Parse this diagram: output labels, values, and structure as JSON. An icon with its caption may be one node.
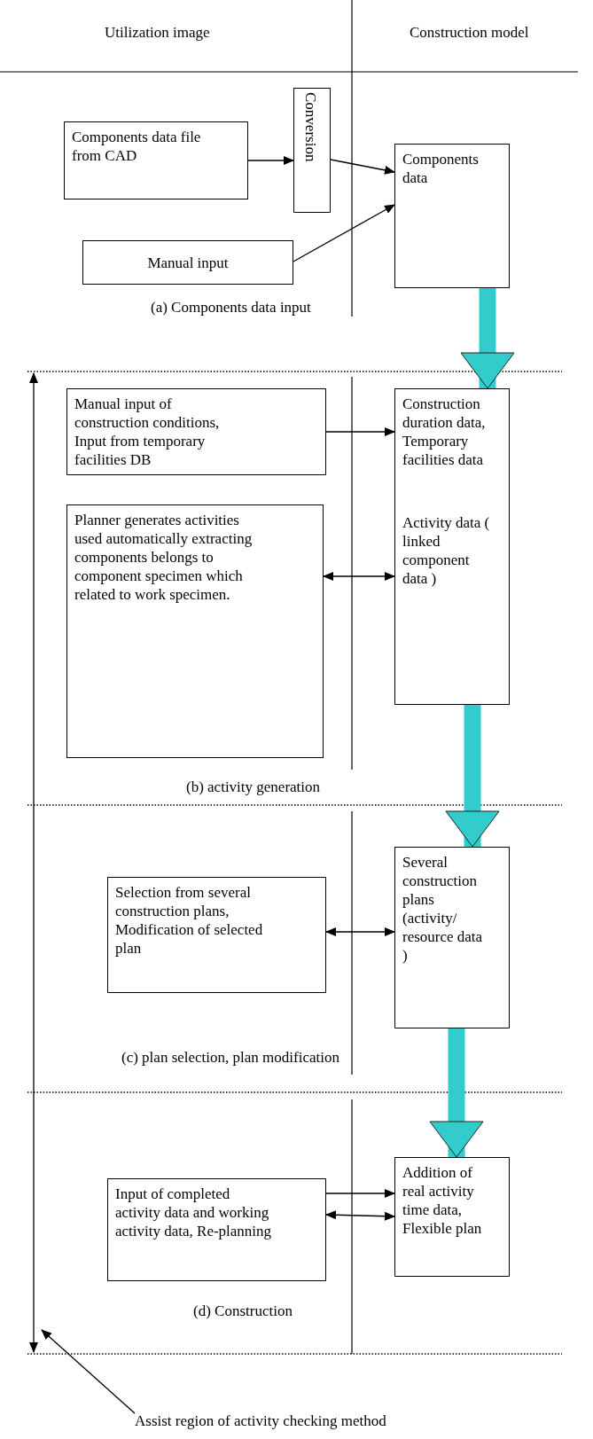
{
  "diagram": {
    "nodes": [
      {
        "text": [
          "Components data file from CAD"
        ]
      },
      {
        "text": [
          "Conversion"
        ]
      },
      {
        "text": [
          "Components data"
        ]
      },
      {
        "text": [
          "Manual input"
        ]
      },
      {
        "text": [
          "Manual input of construction conditions, Input from temporary facilities DB"
        ]
      },
      {
        "text": [
          "Construction duration data, Temporary facilities data",
          "Activity data ( linked component data )"
        ]
      },
      {
        "text": [
          "Planner generates activities used automatically extracting components belongs to component specimen which related to work specimen."
        ]
      },
      {
        "text": [
          "Selection from several construction plans, Modification of selected plan"
        ]
      },
      {
        "text": [
          "Several construction plans (activity/ resource data )"
        ]
      },
      {
        "text": [
          "Input of completed activity data and working activity data, Re-planning"
        ]
      },
      {
        "text": [
          "Addition of real activity time data, Flexible plan"
        ]
      },
      {
        "text": [
          "Assist region of activity checking method"
        ]
      }
    ],
    "edges": [
      {
        "from": 0,
        "to": 1,
        "arrow": "to"
      },
      {
        "from": 1,
        "to": 2,
        "arrow": "to"
      },
      {
        "from": 3,
        "to": 2,
        "arrow": "to"
      },
      {
        "from": 4,
        "to": 5,
        "arrow": "to"
      },
      {
        "from": 6,
        "to": 5,
        "arrow": "both"
      },
      {
        "from": 7,
        "to": 8,
        "arrow": "both"
      },
      {
        "from": 9,
        "to": 10,
        "arrow": "to"
      },
      {
        "from": 9,
        "to": 10,
        "arrow": "both"
      },
      {
        "from": 2,
        "to": 5,
        "arrow": "to",
        "style": "thick",
        "color": "#33cccc"
      },
      {
        "from": 5,
        "to": 8,
        "arrow": "to",
        "style": "thick",
        "color": "#33cccc"
      },
      {
        "from": 8,
        "to": 10,
        "arrow": "to",
        "style": "thick",
        "color": "#33cccc"
      },
      {
        "from": 11,
        "to": null,
        "arrow": "to"
      }
    ],
    "labels": [
      "Utilization image",
      "Construction model",
      "(a) Components data input",
      "(b) activity generation",
      "(c) plan selection, plan modification",
      "(d) Construction"
    ]
  }
}
